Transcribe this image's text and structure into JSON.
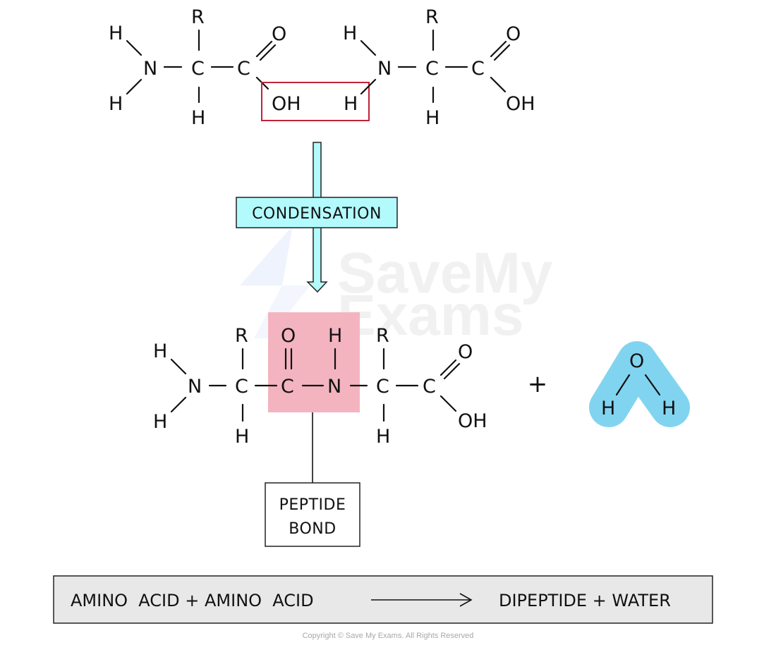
{
  "diagram": {
    "title": "Formation of a dipeptide by condensation",
    "reactant_1": {
      "name": "amino acid",
      "atoms": {
        "h_top": "H",
        "h_bottom": "H",
        "n": "N",
        "c_alpha": "C",
        "r": "R",
        "h_alpha": "H",
        "c_carboxyl": "C",
        "o": "O",
        "oh": "OH"
      }
    },
    "reactant_2": {
      "name": "amino acid",
      "atoms": {
        "h_top": "H",
        "h_bottom": "H",
        "n": "N",
        "c_alpha": "C",
        "r": "R",
        "h_alpha": "H",
        "c_carboxyl": "C",
        "o": "O",
        "oh": "OH"
      }
    },
    "removed_group_highlight": {
      "description": "OH and H removed",
      "color": "#c0233a"
    },
    "process_label": "CONDENSATION",
    "process_color": "#b3fafc",
    "product": {
      "name": "dipeptide",
      "atoms": {
        "h_top": "H",
        "h_bottom": "H",
        "n1": "N",
        "c1": "C",
        "r1": "R",
        "h1": "H",
        "c_peptide": "C",
        "o_peptide": "O",
        "n_peptide": "N",
        "h_peptide": "H",
        "c2": "C",
        "r2": "R",
        "h2": "H",
        "c_carboxyl": "C",
        "o": "O",
        "oh": "OH"
      },
      "peptide_bond_highlight_color": "#f2b0bc"
    },
    "plus_sign": "+",
    "water": {
      "o": "O",
      "h_left": "H",
      "h_right": "H",
      "color": "#81d4f0"
    },
    "peptide_bond_label": [
      "PEPTIDE",
      "BOND"
    ],
    "word_equation": {
      "reactants": "AMINO  ACID + AMINO  ACID",
      "products": "DIPEPTIDE + WATER",
      "box_color": "#e8e8e8"
    },
    "watermark": [
      "SaveMy",
      "Exams"
    ],
    "copyright": "Copyright © Save My Exams. All Rights Reserved"
  }
}
